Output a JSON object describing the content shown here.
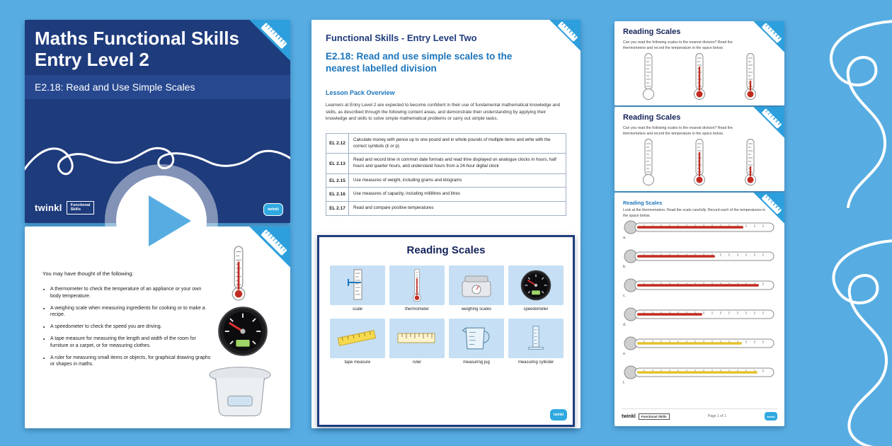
{
  "colors": {
    "background_sky": "#57ADE2",
    "navy": "#1E3B7C",
    "ribbon_blue": "#2E9FDD",
    "heading_blue": "#1C75BC",
    "mercury_red": "#C22B21",
    "mercury_yellow": "#E3C32E",
    "tile_blue": "#C6DFF4"
  },
  "title_slide": {
    "title_line1": "Maths Functional Skills",
    "title_line2": "Entry Level 2",
    "subtitle": "E2.18: Read and Use Simple Scales",
    "brand": "twinkl",
    "badge_line1": "Functional",
    "badge_line2": "Skills"
  },
  "content_slide": {
    "intro": "You may have thought of the following:",
    "bullets": [
      "A thermometer to check the temperature of an appliance or your own body temperature.",
      "A weighing scale when measuring ingredients for cooking or to make a recipe.",
      "A speedometer to check the speed you are driving.",
      "A tape measure for measuring the length and width of the room for furniture or a carpet, or for measuring clothes.",
      "A ruler for measuring small items or objects, for graphical drawing graphs or shapes in maths."
    ]
  },
  "overview_doc": {
    "title": "Functional Skills - Entry Level Two",
    "heading": "E2.18: Read and use simple scales to the nearest labelled division",
    "section_label": "Lesson Pack Overview",
    "paragraph": "Learners at Entry Level 2 are expected to become confident in their use of fundamental mathematical knowledge and skills, as described through the following content areas, and demonstrate their understanding by applying their knowledge and skills to solve simple mathematical problems or carry out simple tasks.",
    "table": [
      {
        "code": "EL 2.12",
        "text": "Calculate money with pence up to one pound and in whole pounds of multiple items and write with the correct symbols (£ or p)"
      },
      {
        "code": "EL 2.13",
        "text": "Read and record time in common date formats and read time displayed on analogue clocks in hours, half hours and quarter hours, and understand hours from a 24-hour digital clock"
      },
      {
        "code": "EL 2.15",
        "text": "Use measures of weight, including grams and kilograms"
      },
      {
        "code": "EL 2.16",
        "text": "Use measures of capacity, including millilitres and litres"
      },
      {
        "code": "EL 2.17",
        "text": "Read and compare positive temperatures"
      }
    ]
  },
  "card": {
    "title": "Reading Scales",
    "brand": "twinkl",
    "items": [
      {
        "label": "scale"
      },
      {
        "label": "thermometer"
      },
      {
        "label": "weighing scales"
      },
      {
        "label": "speedometer"
      },
      {
        "label": "tape measure"
      },
      {
        "label": "ruler"
      },
      {
        "label": "measuring jug"
      },
      {
        "label": "measuring cylinder"
      }
    ]
  },
  "worksheets": [
    {
      "title": "Reading Scales",
      "instruction": "Can you read the following scales to the nearest division? Read the thermometers and record the temperature in the space below."
    },
    {
      "title": "Reading Scales",
      "instruction": "Can you read the following scales to the nearest division? Read the thermometers and record the temperature in the space below."
    },
    {
      "title": "Reading Scales",
      "instruction": "Look at the thermometers. Read the scale carefully. Record each of the temperatures in the space below.",
      "labels": [
        "a.",
        "b.",
        "c.",
        "d.",
        "e.",
        "f."
      ],
      "footer": {
        "brand": "twinkl",
        "badge": "Functional Skills",
        "page": "Page 1 of 1"
      }
    }
  ]
}
